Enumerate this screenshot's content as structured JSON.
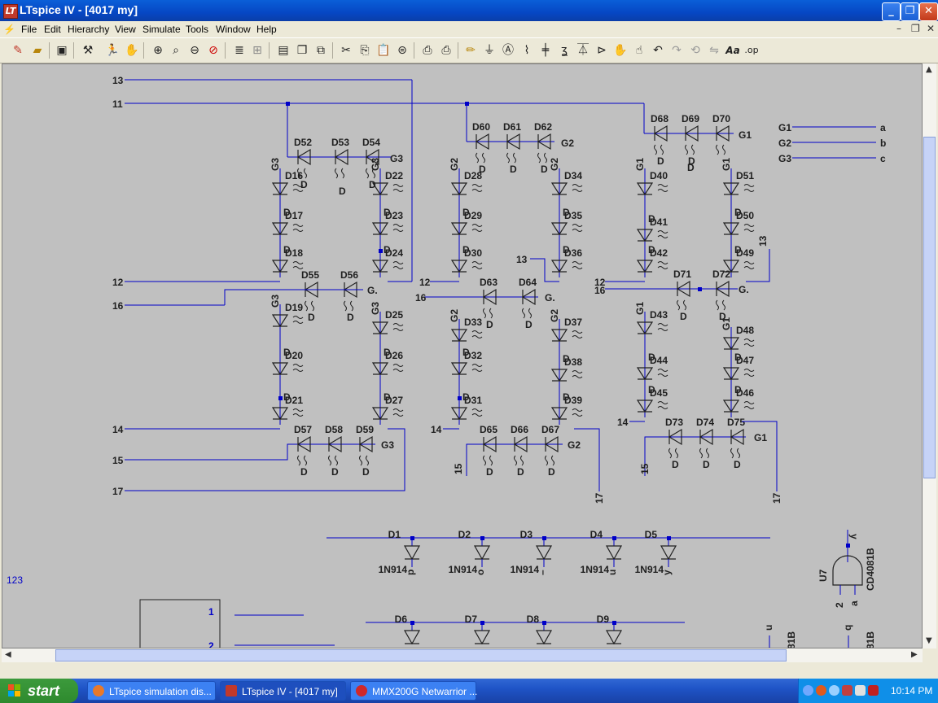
{
  "window": {
    "title": "LTspice IV - [4017 my]",
    "app_icon_text": "LT"
  },
  "menu": [
    "File",
    "Edit",
    "Hierarchy",
    "View",
    "Simulate",
    "Tools",
    "Window",
    "Help"
  ],
  "toolbar_icons": [
    "new-schematic-icon",
    "open-icon",
    "save-icon",
    "control-panel-icon",
    "run-icon",
    "pan-icon",
    "zoom-in-icon",
    "zoom-full-icon",
    "zoom-out-icon",
    "zoom-cancel-icon",
    "plot-settings-icon",
    "autorange-icon",
    "tile-horizontal-icon",
    "cascade-icon",
    "close-all-icon",
    "cut-icon",
    "copy-icon",
    "paste-icon",
    "find-icon",
    "print-setup-icon",
    "print-icon",
    "wire-icon",
    "ground-icon",
    "label-icon",
    "resistor-icon",
    "capacitor-icon",
    "inductor-icon",
    "diode-icon",
    "component-icon",
    "move-icon",
    "drag-icon",
    "undo-icon",
    "redo-icon",
    "rotate-icon",
    "mirror-icon",
    "text-icon",
    "spice-directive-icon"
  ],
  "toolbar_texts": {
    "text_tool": "Aa",
    "op_tool": ".op"
  },
  "schematic": {
    "net_numbers": [
      "13",
      "11",
      "12",
      "16",
      "14",
      "15",
      "17"
    ],
    "gate_labels": [
      "G1",
      "G2",
      "G3",
      "G.",
      "D"
    ],
    "legend": [
      {
        "gate": "G1",
        "output": "a"
      },
      {
        "gate": "G2",
        "output": "b"
      },
      {
        "gate": "G3",
        "output": "c"
      }
    ],
    "diodes_top": [
      "D52",
      "D53",
      "D54",
      "D60",
      "D61",
      "D62",
      "D68",
      "D69",
      "D70"
    ],
    "diodes_mid": [
      "D55",
      "D56",
      "D63",
      "D64",
      "D71",
      "D72"
    ],
    "diodes_bottom": [
      "D57",
      "D58",
      "D59",
      "D65",
      "D66",
      "D67",
      "D73",
      "D74",
      "D75"
    ],
    "col1": [
      "D16",
      "D17",
      "D18",
      "D19",
      "D20",
      "D21"
    ],
    "col2": [
      "D22",
      "D23",
      "D24",
      "D25",
      "D26",
      "D27"
    ],
    "col3": [
      "D28",
      "D29",
      "D30",
      "D33",
      "D32",
      "D31"
    ],
    "col4": [
      "D34",
      "D35",
      "D36",
      "D37",
      "D38",
      "D39"
    ],
    "col5": [
      "D40",
      "D41",
      "D42",
      "D43",
      "D44",
      "D45"
    ],
    "col6": [
      "D51",
      "D50",
      "D49",
      "D48",
      "D47",
      "D46"
    ],
    "row1": [
      {
        "name": "D1",
        "model": "1N914",
        "net": "p"
      },
      {
        "name": "D2",
        "model": "1N914",
        "net": "o"
      },
      {
        "name": "D3",
        "model": "1N914",
        "net": "–"
      },
      {
        "name": "D4",
        "model": "1N914",
        "net": "u"
      },
      {
        "name": "D5",
        "model": "1N914",
        "net": "y"
      }
    ],
    "row2": [
      "D6",
      "D7",
      "D8",
      "D9"
    ],
    "counter_label": "123",
    "box_pins": [
      "1",
      "2"
    ],
    "gate_chip": {
      "ref": "U7",
      "part": "CD4081B",
      "out": "y",
      "in_a": "2",
      "in_b": "a"
    },
    "partial_labels": [
      "81B",
      "u",
      "q",
      "81B"
    ]
  },
  "taskbar": {
    "start": "start",
    "tasks": [
      {
        "label": "LTspice simulation dis...",
        "color": "#e8792a"
      },
      {
        "label": "LTspice IV - [4017 my]",
        "color": "#c0392b"
      },
      {
        "label": "MMX200G Netwarrior ...",
        "color": "#d0282a"
      }
    ],
    "time": "10:14 PM"
  }
}
